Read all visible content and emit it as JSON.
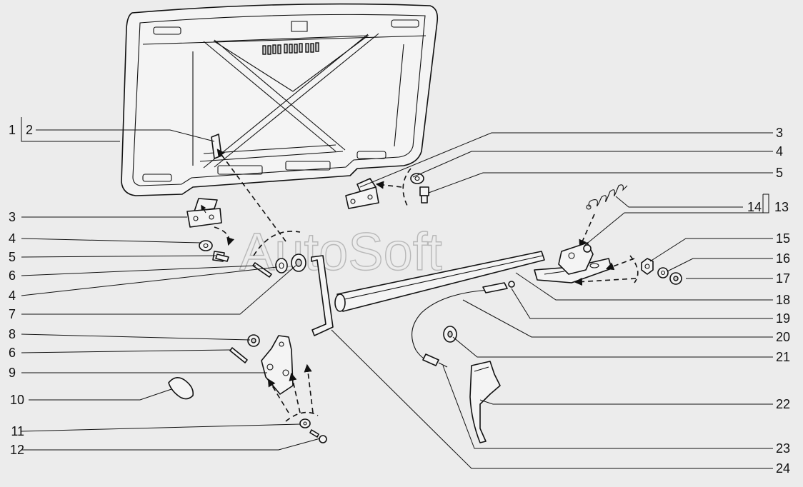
{
  "watermark": "AutoSoft",
  "callouts": [
    "1",
    "2",
    "3",
    "4",
    "5",
    "6",
    "4",
    "7",
    "8",
    "6",
    "9",
    "10",
    "11",
    "12",
    "3",
    "4",
    "5",
    "14",
    "13",
    "15",
    "16",
    "17",
    "18",
    "19",
    "20",
    "21",
    "22",
    "23",
    "24"
  ]
}
